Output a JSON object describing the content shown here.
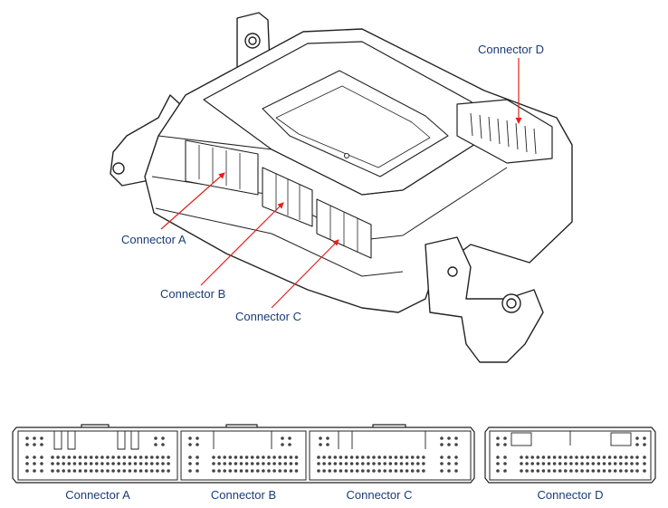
{
  "callouts": {
    "connector_d": "Connector D",
    "connector_a": "Connector A",
    "connector_b": "Connector B",
    "connector_c": "Connector C"
  },
  "pinouts": [
    {
      "caption": "Connector A"
    },
    {
      "caption": "Connector B"
    },
    {
      "caption": "Connector C"
    },
    {
      "caption": "Connector D"
    }
  ],
  "colors": {
    "line": "#222222",
    "arrow": "#e0211b",
    "label": "#1a3b78"
  },
  "icons": [
    "pin-dot-icon",
    "arrow-icon"
  ]
}
